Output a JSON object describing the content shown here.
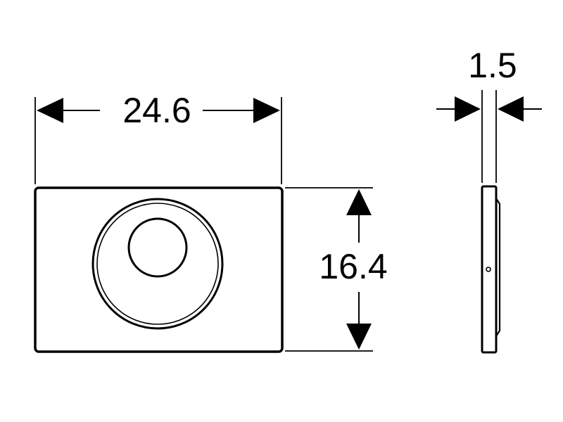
{
  "front_view": {
    "width_dimension": "24.6",
    "height_dimension": "16.4"
  },
  "side_view": {
    "depth_dimension": "1.5"
  },
  "colors": {
    "line": "#000000",
    "background": "#ffffff"
  }
}
